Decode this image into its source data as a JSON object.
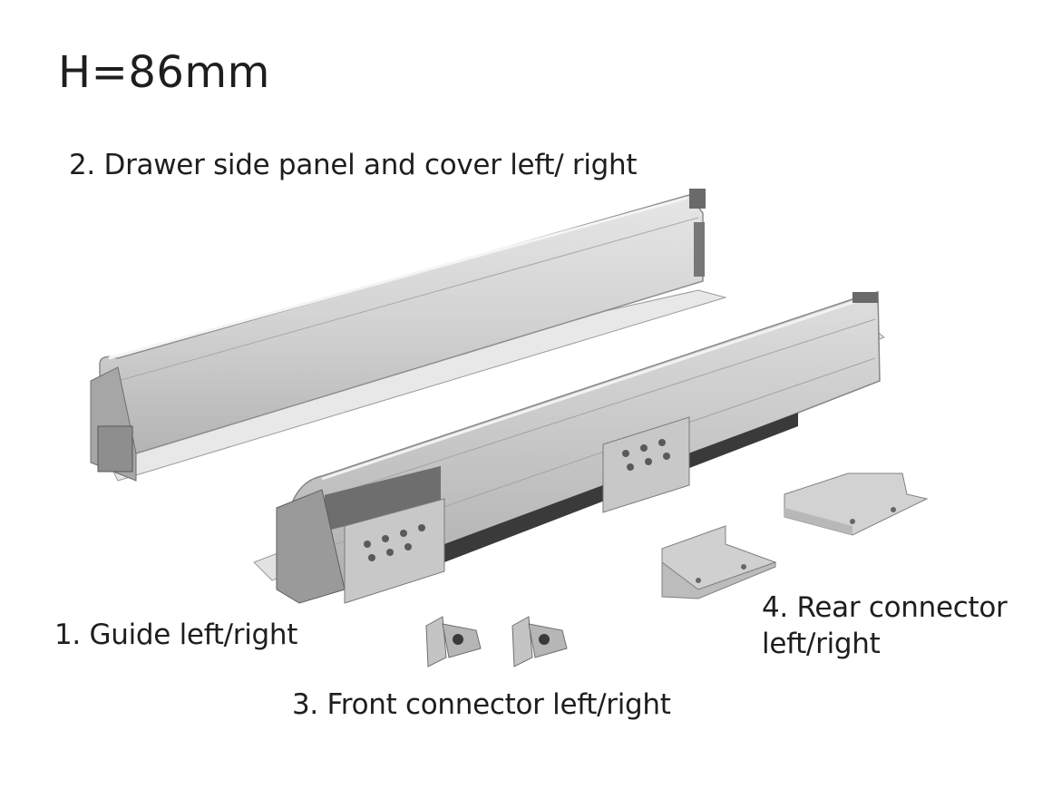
{
  "title": "H=86mm",
  "parts": {
    "side_panel": "2. Drawer side panel and cover left/ right",
    "guide": "1. Guide left/right",
    "front_connector": "3. Front connector left/right",
    "rear_connector_line1": "4. Rear connector",
    "rear_connector_line2": "left/right"
  },
  "colors": {
    "metal_light": "#d4d4d4",
    "metal_mid": "#b8b8b8",
    "metal_dark": "#8a8a8a",
    "text": "#1e1e1e"
  }
}
